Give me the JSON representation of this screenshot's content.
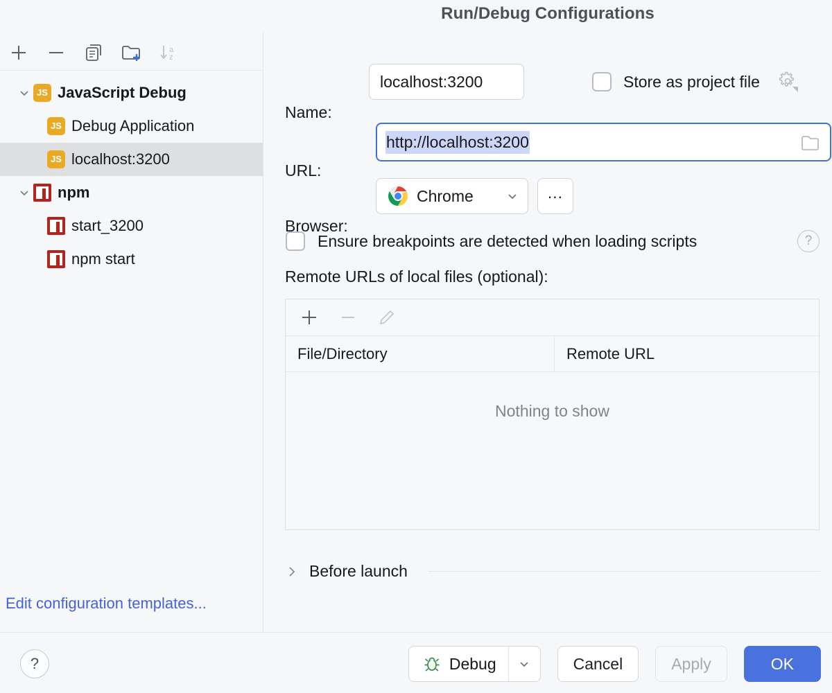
{
  "window": {
    "title": "Run/Debug Configurations",
    "traffic_lights": [
      "close-red",
      "minimize-yellow",
      "zoom-green"
    ]
  },
  "sidebar": {
    "toolbar": [
      {
        "name": "add-configuration-button",
        "icon": "plus-icon",
        "enabled": true
      },
      {
        "name": "remove-configuration-button",
        "icon": "minus-icon",
        "enabled": true
      },
      {
        "name": "copy-configuration-button",
        "icon": "copy-icon",
        "enabled": true
      },
      {
        "name": "new-folder-button",
        "icon": "folder-plus-icon",
        "enabled": true
      },
      {
        "name": "sort-configurations-button",
        "icon": "sort-az-icon",
        "enabled": false
      }
    ],
    "tree": [
      {
        "label": "JavaScript Debug",
        "icon": "js-icon",
        "icon_text": "JS",
        "level": 0,
        "expanded": true,
        "group": true,
        "selected": false
      },
      {
        "label": "Debug Application",
        "icon": "js-icon",
        "icon_text": "JS",
        "level": 1,
        "group": false,
        "selected": false
      },
      {
        "label": "localhost:3200",
        "icon": "js-icon",
        "icon_text": "JS",
        "level": 1,
        "group": false,
        "selected": true
      },
      {
        "label": "npm",
        "icon": "npm-icon",
        "icon_text": "",
        "level": 0,
        "expanded": true,
        "group": true,
        "selected": false
      },
      {
        "label": "start_3200",
        "icon": "npm-icon",
        "icon_text": "",
        "level": 1,
        "group": false,
        "selected": false
      },
      {
        "label": "npm start",
        "icon": "npm-icon",
        "icon_text": "",
        "level": 1,
        "group": false,
        "selected": false
      }
    ],
    "edit_templates_link": "Edit configuration templates..."
  },
  "form": {
    "name_label": "Name:",
    "name_value": "localhost:3200",
    "store_as_project_file_label": "Store as project file",
    "store_as_project_file_checked": false,
    "store_gear_icon": "gear-icon",
    "url_label": "URL:",
    "url_value": "http://localhost:3200",
    "url_selected": true,
    "url_browse_icon": "folder-icon",
    "browser_label": "Browser:",
    "browser_value": "Chrome",
    "browser_icon": "chrome-icon",
    "browser_more_label": "...",
    "breakpoints_label": "Ensure breakpoints are detected when loading scripts",
    "breakpoints_checked": false,
    "breakpoints_help_icon": "question-circle-icon",
    "remote_urls_label": "Remote URLs of local files (optional):",
    "before_launch_label": "Before launch",
    "before_launch_expanded": false
  },
  "remote_table": {
    "toolbar": [
      {
        "name": "add-remote-url-button",
        "icon": "plus-icon",
        "enabled": true
      },
      {
        "name": "remove-remote-url-button",
        "icon": "minus-icon",
        "enabled": false
      },
      {
        "name": "edit-remote-url-button",
        "icon": "pencil-icon",
        "enabled": false
      }
    ],
    "columns": [
      "File/Directory",
      "Remote URL"
    ],
    "rows": [],
    "empty_text": "Nothing to show"
  },
  "footer": {
    "help_label": "?",
    "debug_label": "Debug",
    "debug_icon": "bug-icon",
    "debug_dropdown_icon": "chevron-down-icon",
    "cancel_label": "Cancel",
    "apply_label": "Apply",
    "apply_enabled": false,
    "ok_label": "OK"
  },
  "colors": {
    "accent_blue": "#4a72df",
    "focus_border": "#3f6fe0",
    "selection_highlight": "#ccd6f7",
    "link_blue": "#4364d4",
    "js_icon": "#eaa924",
    "npm_icon": "#b3241f",
    "panel_bg": "#f5f7f9",
    "selected_row": "#dedfe1",
    "bug_green": "#3f8a4f"
  }
}
